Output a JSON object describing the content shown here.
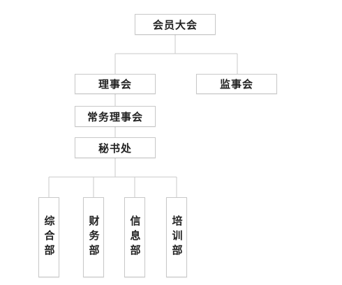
{
  "org_chart": {
    "nodes": {
      "general_assembly": "会员大会",
      "council": "理事会",
      "supervisory_board": "监事会",
      "standing_council": "常务理事会",
      "secretariat": "秘书处",
      "departments": [
        "综合部",
        "财务部",
        "信息部",
        "培训部"
      ]
    },
    "colors": {
      "line": "#c8c8c8",
      "border": "#c8c8c8",
      "text": "#222222"
    }
  }
}
